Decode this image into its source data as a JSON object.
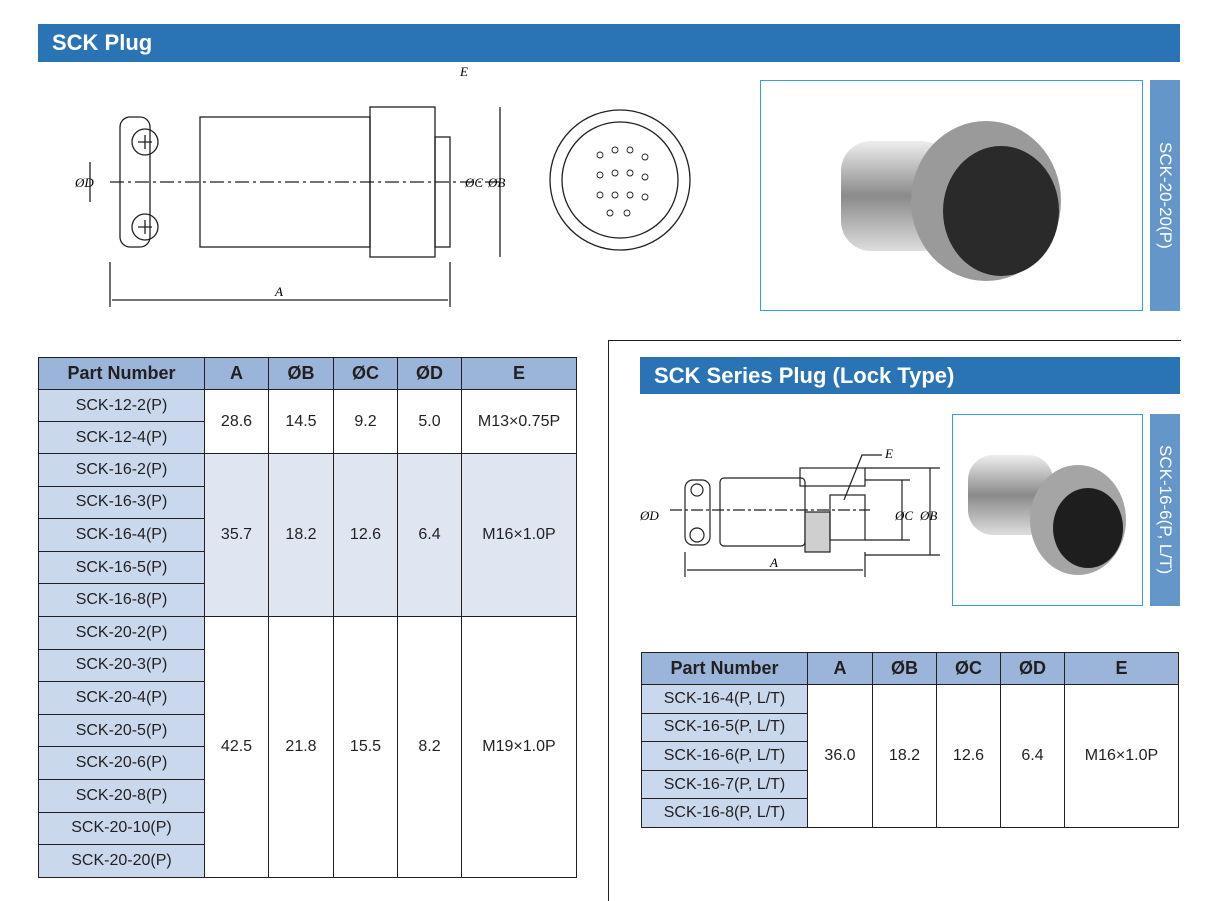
{
  "section1": {
    "title": "SCK Plug",
    "photo_label": "SCK-20-20(P)",
    "diagram_labels": {
      "A": "A",
      "B": "ØB",
      "C": "ØC",
      "D": "ØD",
      "E": "E"
    }
  },
  "table1": {
    "headers": [
      "Part Number",
      "A",
      "ØB",
      "ØC",
      "ØD",
      "E"
    ],
    "groups": [
      {
        "parts": [
          "SCK-12-2(P)",
          "SCK-12-4(P)"
        ],
        "A": "28.6",
        "B": "14.5",
        "C": "9.2",
        "D": "5.0",
        "E": "M13×0.75P"
      },
      {
        "parts": [
          "SCK-16-2(P)",
          "SCK-16-3(P)",
          "SCK-16-4(P)",
          "SCK-16-5(P)",
          "SCK-16-8(P)"
        ],
        "A": "35.7",
        "B": "18.2",
        "C": "12.6",
        "D": "6.4",
        "E": "M16×1.0P"
      },
      {
        "parts": [
          "SCK-20-2(P)",
          "SCK-20-3(P)",
          "SCK-20-4(P)",
          "SCK-20-5(P)",
          "SCK-20-6(P)",
          "SCK-20-8(P)",
          "SCK-20-10(P)",
          "SCK-20-20(P)"
        ],
        "A": "42.5",
        "B": "21.8",
        "C": "15.5",
        "D": "8.2",
        "E": "M19×1.0P"
      }
    ]
  },
  "section2": {
    "title": "SCK Series Plug (Lock Type)",
    "photo_label": "SCK-16-6(P, L/T)"
  },
  "table2": {
    "headers": [
      "Part Number",
      "A",
      "ØB",
      "ØC",
      "ØD",
      "E"
    ],
    "groups": [
      {
        "parts": [
          "SCK-16-4(P, L/T)",
          "SCK-16-5(P, L/T)",
          "SCK-16-6(P, L/T)",
          "SCK-16-7(P, L/T)",
          "SCK-16-8(P, L/T)"
        ],
        "A": "36.0",
        "B": "18.2",
        "C": "12.6",
        "D": "6.4",
        "E": "M16×1.0P"
      }
    ]
  }
}
